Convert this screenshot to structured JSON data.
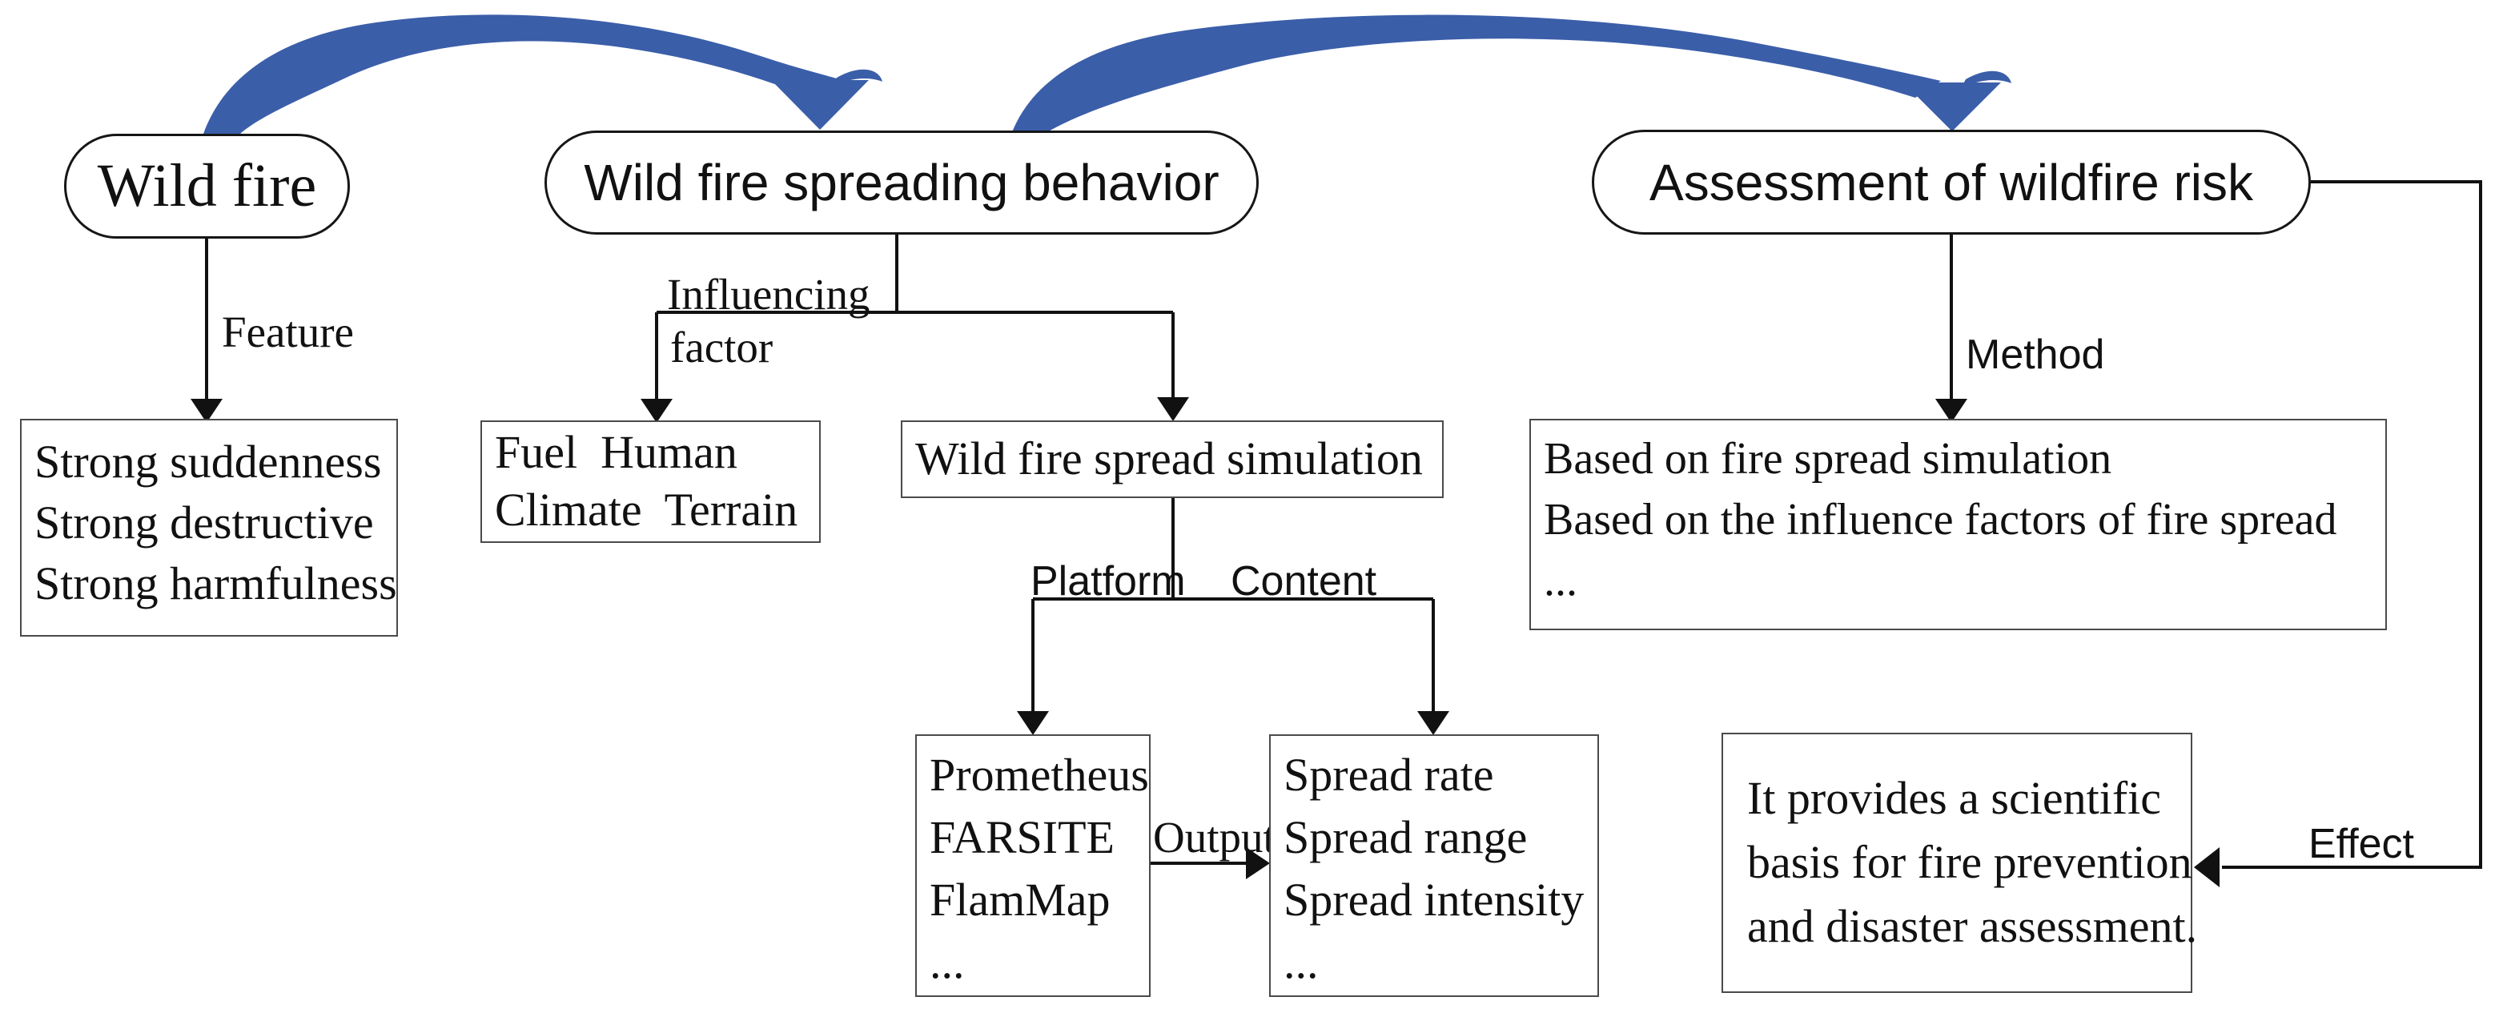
{
  "diagram": {
    "title_visible": false,
    "nodes": {
      "wildfire": {
        "label": "Wild fire"
      },
      "spreading": {
        "label": "Wild fire spreading behavior"
      },
      "assessment": {
        "label": "Assessment of wildfire risk"
      }
    },
    "edge_labels": {
      "feature": "Feature",
      "influencing_line1": "Influencing",
      "influencing_line2": "factor",
      "platform": "Platform",
      "content": "Content",
      "output": "Output",
      "method": "Method",
      "effect": "Effect"
    },
    "boxes": {
      "features": {
        "lines": [
          "Strong suddenness",
          "Strong destructive",
          "Strong harmfulness"
        ]
      },
      "factors": {
        "lines": [
          "Fuel  Human",
          "Climate  Terrain"
        ]
      },
      "simulation": {
        "lines": [
          "Wild fire spread simulation"
        ]
      },
      "platforms": {
        "lines": [
          "Prometheus",
          "FARSITE",
          "FlamMap",
          "..."
        ]
      },
      "contents": {
        "lines": [
          "Spread rate",
          "Spread range",
          "Spread intensity",
          "..."
        ]
      },
      "methods": {
        "lines": [
          "Based on fire spread simulation",
          "Based on the influence factors of fire spread",
          "..."
        ]
      },
      "effect": {
        "lines": [
          "It provides a scientific",
          "basis for fire prevention",
          "and disaster assessment."
        ]
      }
    },
    "colors": {
      "arrow_blue": "#3b5ea9",
      "line_black": "#111111"
    }
  }
}
